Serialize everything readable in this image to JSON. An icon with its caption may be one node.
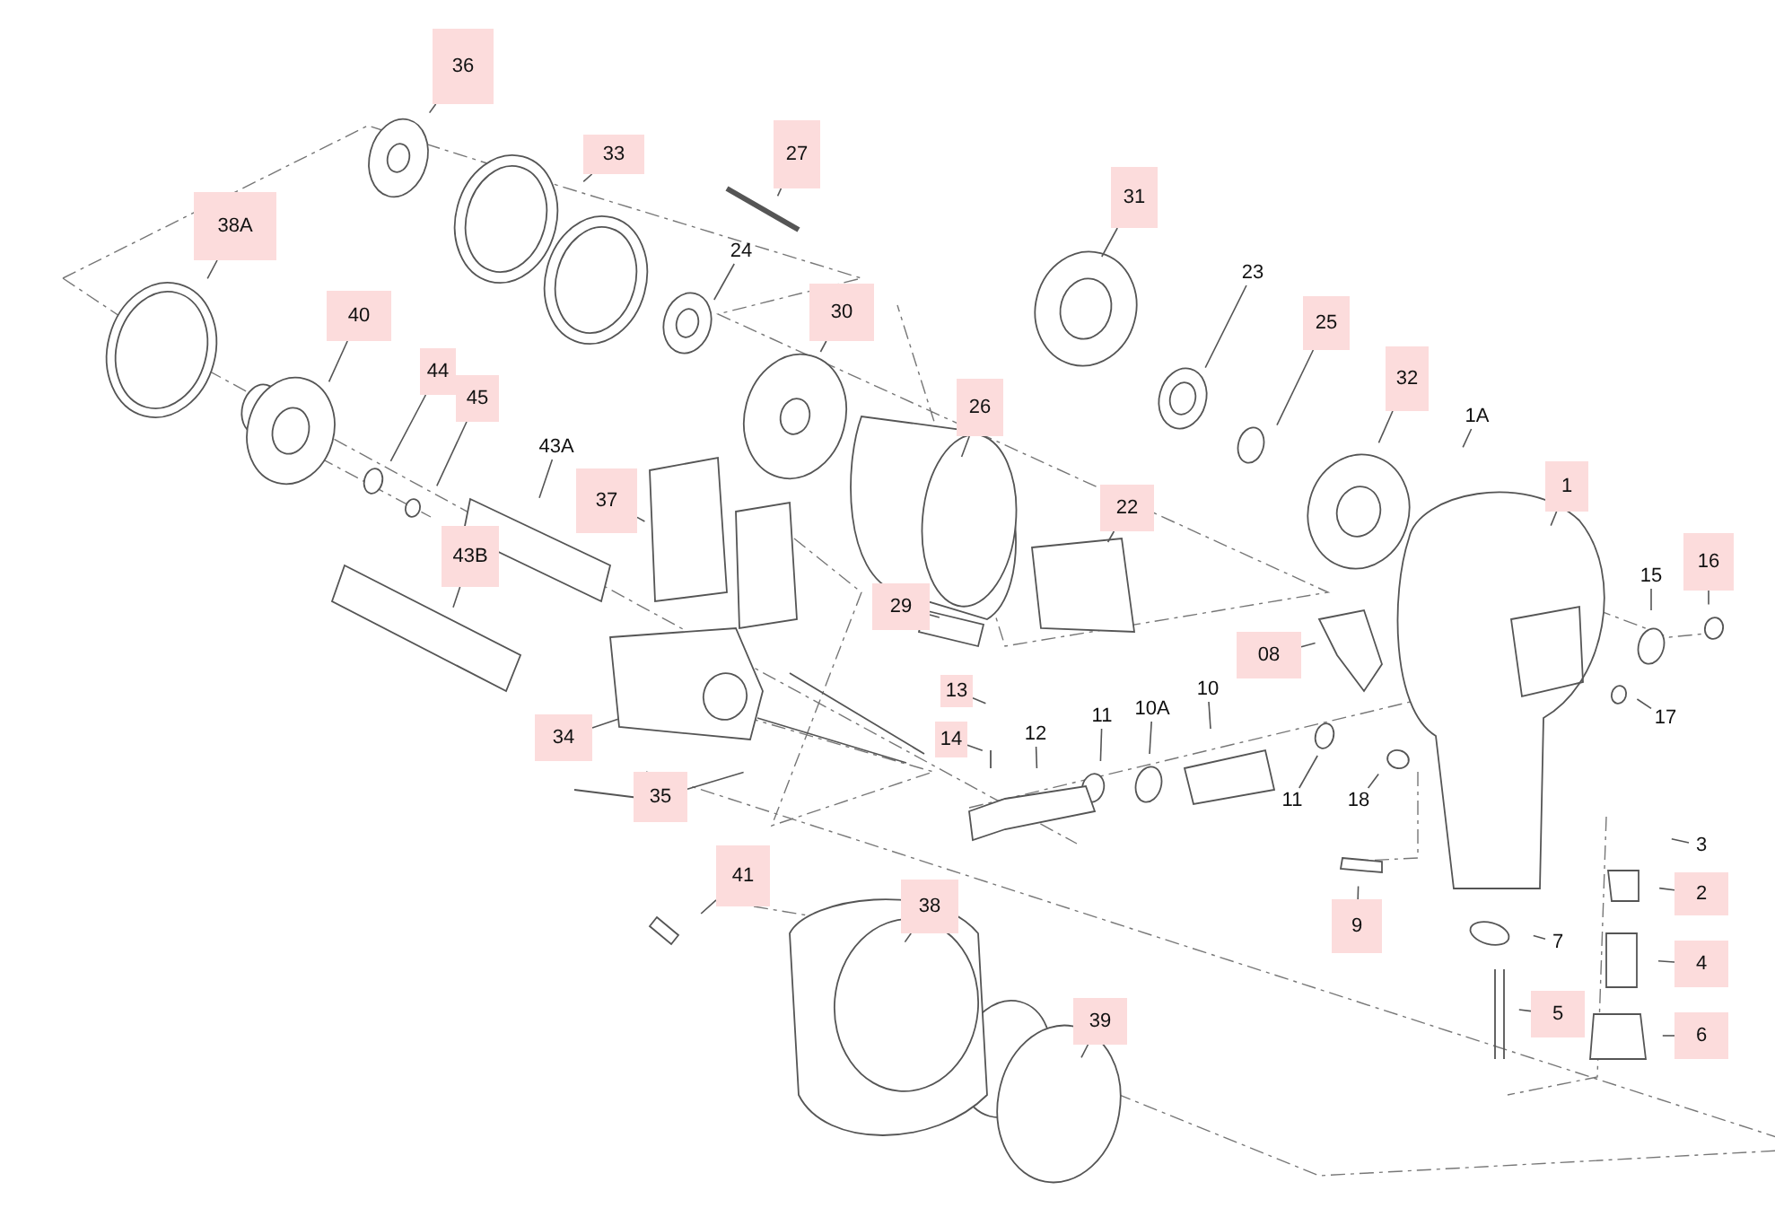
{
  "diagram": {
    "nodes": [
      {
        "text": [
          "36"
        ]
      },
      {
        "text": [
          "33"
        ]
      },
      {
        "text": [
          "27"
        ]
      },
      {
        "text": [
          "38A"
        ]
      },
      {
        "text": [
          "24"
        ]
      },
      {
        "text": [
          "40"
        ]
      },
      {
        "text": [
          "30"
        ]
      },
      {
        "text": [
          "31"
        ]
      },
      {
        "text": [
          "23"
        ]
      },
      {
        "text": [
          "25"
        ]
      },
      {
        "text": [
          "32"
        ]
      },
      {
        "text": [
          "1A"
        ]
      },
      {
        "text": [
          "1"
        ]
      },
      {
        "text": [
          "16"
        ]
      },
      {
        "text": [
          "15"
        ]
      },
      {
        "text": [
          "44"
        ]
      },
      {
        "text": [
          "45"
        ]
      },
      {
        "text": [
          "43A"
        ]
      },
      {
        "text": [
          "26"
        ]
      },
      {
        "text": [
          "22"
        ]
      },
      {
        "text": [
          "37"
        ]
      },
      {
        "text": [
          "43B"
        ]
      },
      {
        "text": [
          "29"
        ]
      },
      {
        "text": [
          "08"
        ]
      },
      {
        "text": [
          "13"
        ]
      },
      {
        "text": [
          "14"
        ]
      },
      {
        "text": [
          "12"
        ]
      },
      {
        "text": [
          "11"
        ]
      },
      {
        "text": [
          "10A"
        ]
      },
      {
        "text": [
          "10"
        ]
      },
      {
        "text": [
          "11"
        ]
      },
      {
        "text": [
          "17"
        ]
      },
      {
        "text": [
          "18"
        ]
      },
      {
        "text": [
          "34"
        ]
      },
      {
        "text": [
          "35"
        ]
      },
      {
        "text": [
          "9"
        ]
      },
      {
        "text": [
          "3"
        ]
      },
      {
        "text": [
          "2"
        ]
      },
      {
        "text": [
          "7"
        ]
      },
      {
        "text": [
          "4"
        ]
      },
      {
        "text": [
          "5"
        ]
      },
      {
        "text": [
          "6"
        ]
      },
      {
        "text": [
          "41"
        ]
      },
      {
        "text": [
          "38"
        ]
      },
      {
        "text": [
          "39"
        ]
      }
    ],
    "edges": [
      {
        "from": 0,
        "to": null,
        "arrow": "none"
      },
      {
        "from": 1,
        "to": null,
        "arrow": "none"
      },
      {
        "from": 2,
        "to": null,
        "arrow": "none"
      },
      {
        "from": 3,
        "to": null,
        "arrow": "none"
      },
      {
        "from": 4,
        "to": null,
        "arrow": "none"
      },
      {
        "from": 5,
        "to": null,
        "arrow": "none"
      },
      {
        "from": 6,
        "to": null,
        "arrow": "none"
      },
      {
        "from": 7,
        "to": null,
        "arrow": "none"
      },
      {
        "from": 8,
        "to": null,
        "arrow": "none"
      },
      {
        "from": 9,
        "to": null,
        "arrow": "none"
      },
      {
        "from": 10,
        "to": null,
        "arrow": "none"
      },
      {
        "from": 11,
        "to": null,
        "arrow": "none"
      },
      {
        "from": 12,
        "to": null,
        "arrow": "none"
      },
      {
        "from": 13,
        "to": null,
        "arrow": "none"
      },
      {
        "from": 14,
        "to": null,
        "arrow": "none"
      },
      {
        "from": 15,
        "to": null,
        "arrow": "none"
      },
      {
        "from": 16,
        "to": null,
        "arrow": "none"
      },
      {
        "from": 17,
        "to": null,
        "arrow": "none"
      },
      {
        "from": 18,
        "to": null,
        "arrow": "none"
      },
      {
        "from": 19,
        "to": null,
        "arrow": "none"
      },
      {
        "from": 20,
        "to": null,
        "arrow": "none"
      },
      {
        "from": 21,
        "to": null,
        "arrow": "none"
      },
      {
        "from": 22,
        "to": null,
        "arrow": "none"
      },
      {
        "from": 23,
        "to": null,
        "arrow": "none"
      },
      {
        "from": 24,
        "to": null,
        "arrow": "none"
      },
      {
        "from": 25,
        "to": null,
        "arrow": "none"
      },
      {
        "from": 26,
        "to": null,
        "arrow": "none"
      },
      {
        "from": 27,
        "to": null,
        "arrow": "none"
      },
      {
        "from": 28,
        "to": null,
        "arrow": "none"
      },
      {
        "from": 29,
        "to": null,
        "arrow": "none"
      },
      {
        "from": 30,
        "to": null,
        "arrow": "none"
      },
      {
        "from": 31,
        "to": null,
        "arrow": "none"
      },
      {
        "from": 32,
        "to": null,
        "arrow": "none"
      },
      {
        "from": 33,
        "to": null,
        "arrow": "none"
      },
      {
        "from": 34,
        "to": null,
        "arrow": "none"
      },
      {
        "from": 35,
        "to": null,
        "arrow": "none"
      },
      {
        "from": 36,
        "to": null,
        "arrow": "none"
      },
      {
        "from": 37,
        "to": null,
        "arrow": "none"
      },
      {
        "from": 38,
        "to": null,
        "arrow": "none"
      },
      {
        "from": 39,
        "to": null,
        "arrow": "none"
      },
      {
        "from": 40,
        "to": null,
        "arrow": "none"
      },
      {
        "from": 41,
        "to": null,
        "arrow": "none"
      },
      {
        "from": 42,
        "to": null,
        "arrow": "none"
      },
      {
        "from": 43,
        "to": null,
        "arrow": "none"
      },
      {
        "from": 44,
        "to": null,
        "arrow": "none"
      }
    ]
  }
}
